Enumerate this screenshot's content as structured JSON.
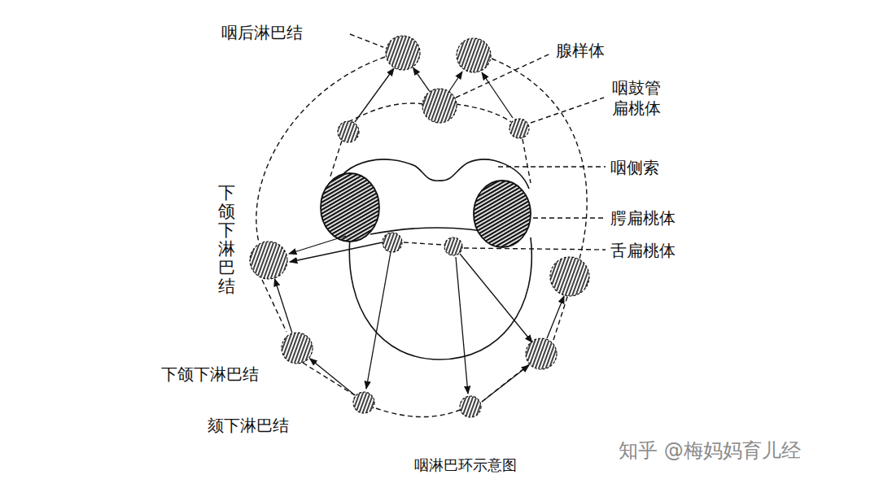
{
  "diagram": {
    "caption": "咽淋巴环示意图",
    "nodes": [
      {
        "text": [
          "咽后淋巴结"
        ]
      },
      {
        "text": [
          "腺样体"
        ]
      },
      {
        "text": [
          "咽鼓管扁桃体"
        ]
      },
      {
        "text": [
          "腭扁桃体"
        ]
      },
      {
        "text": [
          "舌扁桃体"
        ]
      },
      {
        "text": [
          "下颌下淋巴结"
        ]
      },
      {
        "text": [
          "下颌下淋巴结"
        ]
      },
      {
        "text": [
          "颏下淋巴结"
        ]
      }
    ],
    "edges": [
      {
        "from": 1,
        "to": 0,
        "arrow": "to"
      },
      {
        "from": 6,
        "to": 5,
        "arrow": "to"
      },
      {
        "from": 7,
        "to": 6,
        "arrow": "to"
      }
    ],
    "labels": [
      "咽侧索",
      "知乎 @梅妈妈育儿经"
    ]
  }
}
